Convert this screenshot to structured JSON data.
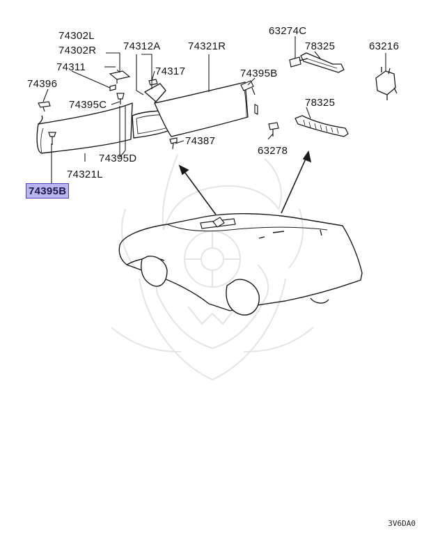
{
  "labels": {
    "p74302L": "74302L",
    "p74302R": "74302R",
    "p74312A": "74312A",
    "p74321R": "74321R",
    "p63274C": "63274C",
    "p78325a": "78325",
    "p63216": "63216",
    "p74311": "74311",
    "p74317": "74317",
    "p74395B_r": "74395B",
    "p74396": "74396",
    "p74395C": "74395C",
    "p78325b": "78325",
    "p74387": "74387",
    "p74395D": "74395D",
    "p63278": "63278",
    "p74321L": "74321L",
    "p74395B_sel": "74395B"
  },
  "ref_code": "3V6DA0",
  "colors": {
    "line": "#1a1a1a",
    "highlight_fill": "#b9b5ee",
    "highlight_border": "#4a43b8",
    "watermark": "#e6e6e6"
  }
}
